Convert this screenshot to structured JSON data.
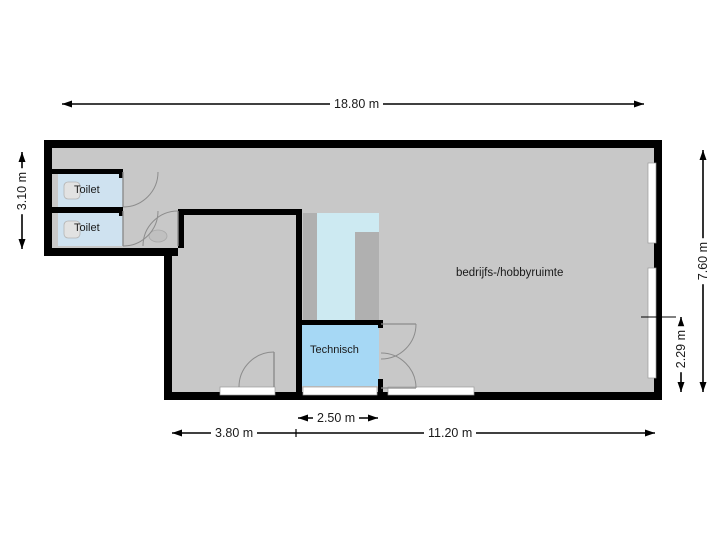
{
  "plan": {
    "title": "floor-plan",
    "units": "m",
    "rooms": [
      {
        "id": "main",
        "label": "bedrijfs-/hobbyruimte",
        "fill": "#c8c8c8"
      },
      {
        "id": "toilet1",
        "label": "Toilet",
        "fill": "#cfe2f0"
      },
      {
        "id": "toilet2",
        "label": "Toilet",
        "fill": "#cfe2f0"
      },
      {
        "id": "technisch",
        "label": "Technisch",
        "fill": "#a6d8f5"
      },
      {
        "id": "middle",
        "label": "",
        "fill": "#c8c8c8"
      }
    ],
    "dimensions": {
      "top": {
        "value": "18.80 m",
        "orientation": "horizontal"
      },
      "left": {
        "value": "3.10 m",
        "orientation": "vertical"
      },
      "right_outer": {
        "value": "7.60 m",
        "orientation": "vertical"
      },
      "right_inner": {
        "value": "2.29 m",
        "orientation": "vertical"
      },
      "bottom_left": {
        "value": "3.80 m",
        "orientation": "horizontal"
      },
      "bottom_mid": {
        "value": "2.50 m",
        "orientation": "horizontal"
      },
      "bottom_right": {
        "value": "11.20 m",
        "orientation": "horizontal"
      }
    },
    "colors": {
      "wall": "#000000",
      "floor_gray": "#c8c8c8",
      "floor_blue_light": "#cfe2f0",
      "floor_blue": "#a6d8f5",
      "stair_blue": "#cdeaf2",
      "stair_gray": "#b0b0b0",
      "window": "#ffffff",
      "door_arc": "#8c8c8c",
      "dimension_line": "#000000",
      "text": "#1a1a1a",
      "background": "#ffffff"
    }
  }
}
